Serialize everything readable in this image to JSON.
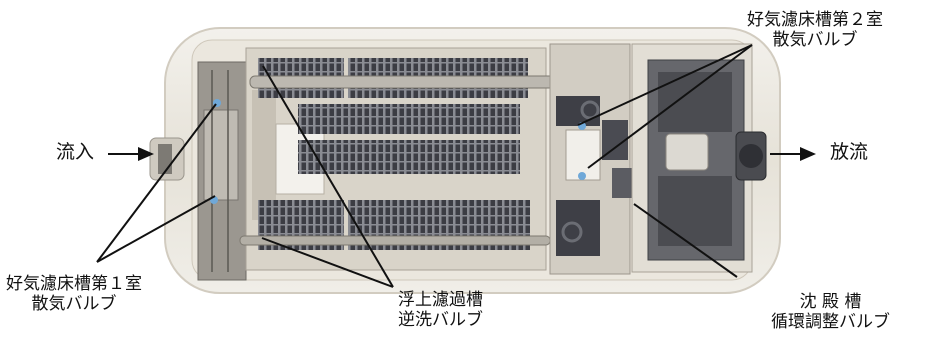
{
  "labels": {
    "inflow": "流入",
    "outflow": "放流",
    "aerobic_room2_line1": "好気濾床槽第２室",
    "aerobic_room2_line2": "散気バルブ",
    "aerobic_room1_line1": "好気濾床槽第１室",
    "aerobic_room1_line2": "散気バルブ",
    "float_filter_line1": "浮上濾過槽",
    "float_filter_line2": "逆洗バルブ",
    "sedimentation_line1": "沈 殿 槽",
    "sedimentation_line2": "循環調整バルブ"
  },
  "colors": {
    "tank_body": "#e9e5dc",
    "tank_edge": "#c9c3b6",
    "media_dark": "#3c3d44",
    "media_light": "#8a8c93",
    "callout_line": "#111111"
  },
  "icons": [
    "inflow-arrow-icon",
    "outflow-arrow-icon"
  ]
}
